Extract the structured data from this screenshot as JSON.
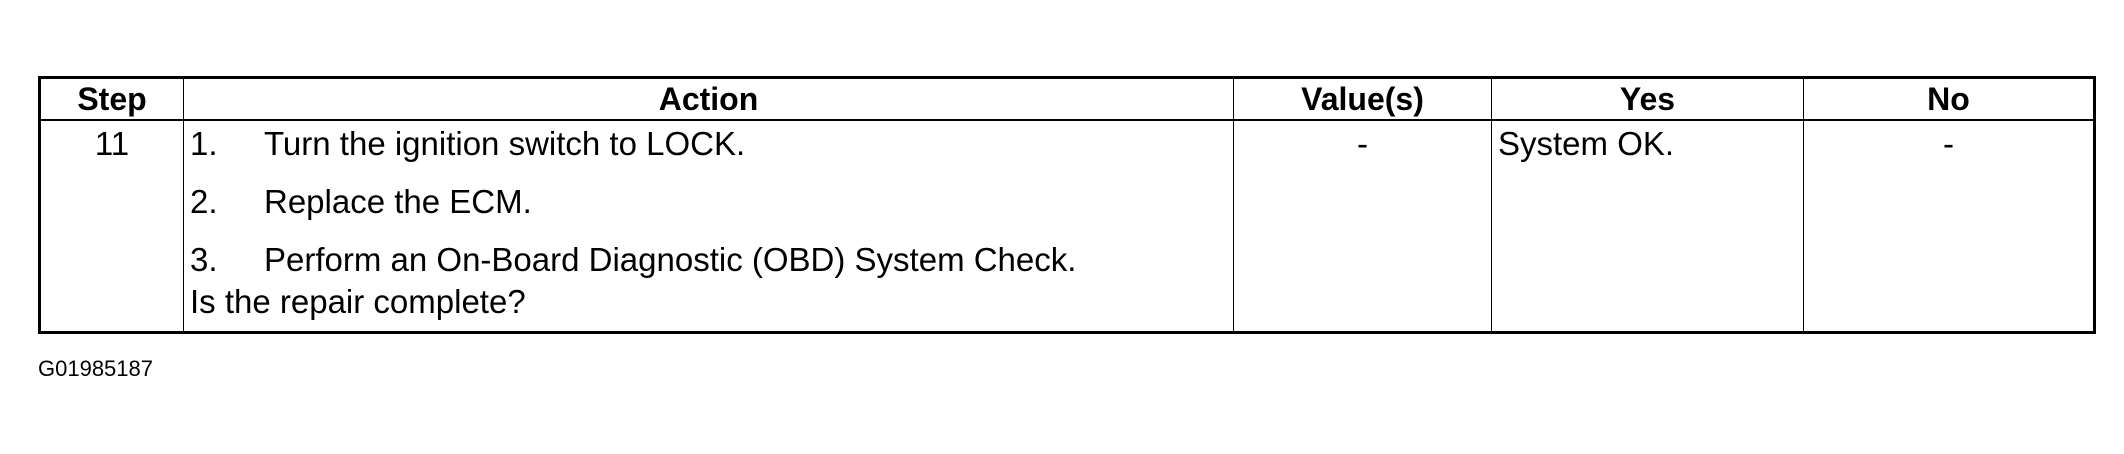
{
  "table": {
    "headers": {
      "step": "Step",
      "action": "Action",
      "values": "Value(s)",
      "yes": "Yes",
      "no": "No"
    },
    "row": {
      "step": "11",
      "actions": [
        {
          "num": "1.",
          "text": "Turn the ignition switch to LOCK."
        },
        {
          "num": "2.",
          "text": "Replace the ECM."
        },
        {
          "num": "3.",
          "text": "Perform an On-Board Diagnostic (OBD) System Check."
        }
      ],
      "question": "Is the repair complete?",
      "values": "-",
      "yes": "System OK.",
      "no": "-"
    }
  },
  "footnote": "G01985187"
}
